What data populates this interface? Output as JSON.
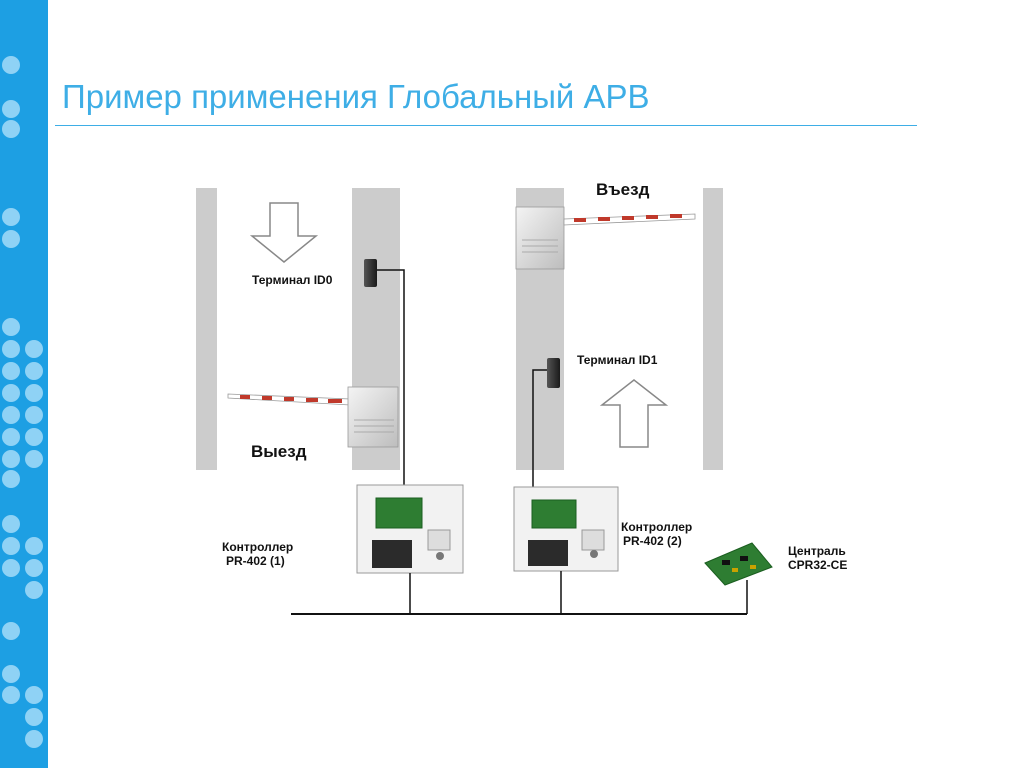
{
  "slide": {
    "title": "Пример применения Глобальный АРВ"
  },
  "labels": {
    "entry": "Въезд",
    "exit": "Выезд",
    "terminal_id0": "Терминал ID0",
    "terminal_id1": "Терминал ID1",
    "controller1_line1": "Контроллер",
    "controller1_line2": "PR-402 (1)",
    "controller2_line1": "Контроллер",
    "controller2_line2": "PR-402 (2)",
    "central_line1": "Централь",
    "central_line2": "CPR32-CE"
  },
  "colors": {
    "sidebar": "#1d9fe3",
    "sidebar_dots": "#8fd2f5",
    "title": "#3eaee6",
    "lane": "#cccccc",
    "barrier_red": "#c0392b"
  }
}
